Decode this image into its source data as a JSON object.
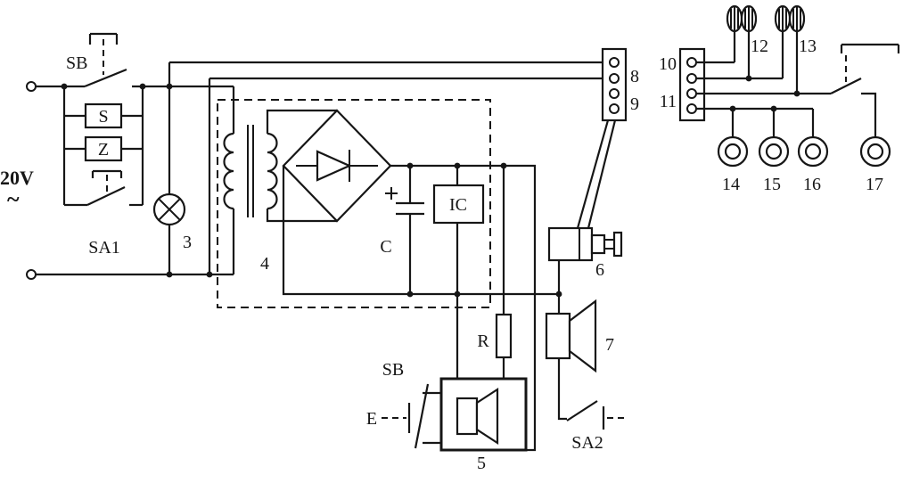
{
  "colors": {
    "ink": "#161616",
    "background": "#ffffff"
  },
  "labels": {
    "voltage": "20V",
    "tilde": "~",
    "sb_main": "SB",
    "s": "S",
    "z": "Z",
    "sa1": "SA1",
    "n3": "3",
    "n4": "4",
    "c": "C",
    "ic": "IC",
    "r": "R",
    "sb_door": "SB",
    "e": "E",
    "n5": "5",
    "n6": "6",
    "n7": "7",
    "sa2": "SA2",
    "n8": "8",
    "n9": "9",
    "n10": "10",
    "n11": "11",
    "n12": "12",
    "n13": "13",
    "n14": "14",
    "n15": "15",
    "n16": "16",
    "n17": "17"
  }
}
